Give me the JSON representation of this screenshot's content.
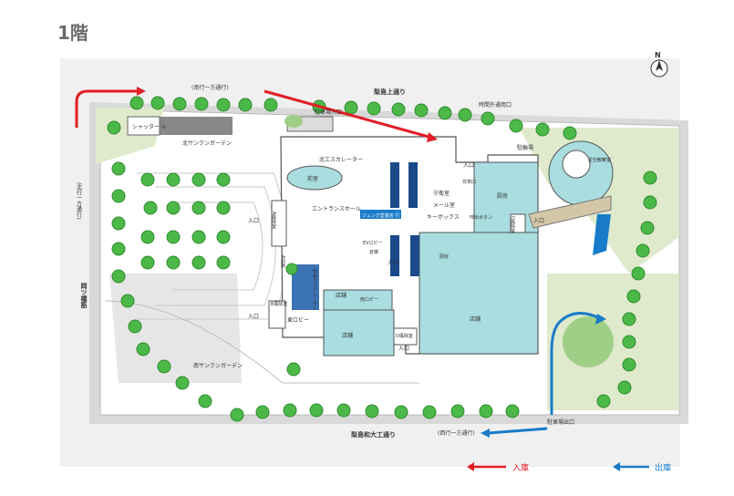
{
  "floor_title": "1階",
  "compass": {
    "label": "N"
  },
  "streets": {
    "north": "梨島上通り",
    "north_oneway": "(南行一方通行)",
    "south": "梨島和大工通り",
    "south_oneway": "(西行一方通行)",
    "west": "岡ツ橋筋",
    "west_oneway": "(北行一方通行)"
  },
  "facilities": {
    "shutter": "シャッター ①",
    "north_sunken": "北サンクンガーデン",
    "south_sunken": "南サンクンガーデン",
    "parking_entrance": "駐車場入口",
    "time_parking": "時間外通用口",
    "bike": "駐輪場",
    "north_escalator": "北エスカレーター",
    "entrance_hall": "エントランスホール",
    "foyer": "前室",
    "junk_shop": "ジュンク堂書店 行",
    "a_wind": "A風除室",
    "b_wind": "B風除室",
    "c_wind": "C風除室",
    "d_wind": "D風除室",
    "east_lobby": "東ロビー",
    "south_lobby": "南ロビー",
    "ev_lobby": "EVロビー",
    "atrium_escalator": "吹抜エスカレーター",
    "guard": "守衛室",
    "mail": "メール室",
    "keybox": "キーボックス",
    "emergency": "非常口",
    "ev_button": "呼出ボタン",
    "door_entrance": "入口",
    "planetarium": "星空観察室",
    "kitchen1": "厨房",
    "kitchen2": "厨房",
    "shop1": "店舗",
    "shop2": "店舗",
    "shop3": "店舗",
    "storage": "倉庫",
    "parking_exit": "駐車場出口",
    "enter": "入口",
    "enter2": "入口",
    "enter3": "入口",
    "enter4": "入口",
    "enter5": "入口",
    "ramp": "A斜路"
  },
  "legend": {
    "in": "入庫",
    "out": "出庫"
  },
  "colors": {
    "in_arrow": "#e21e26",
    "out_arrow": "#1a7cc9",
    "building": "#a9dde0",
    "tree": "#4cb848"
  }
}
